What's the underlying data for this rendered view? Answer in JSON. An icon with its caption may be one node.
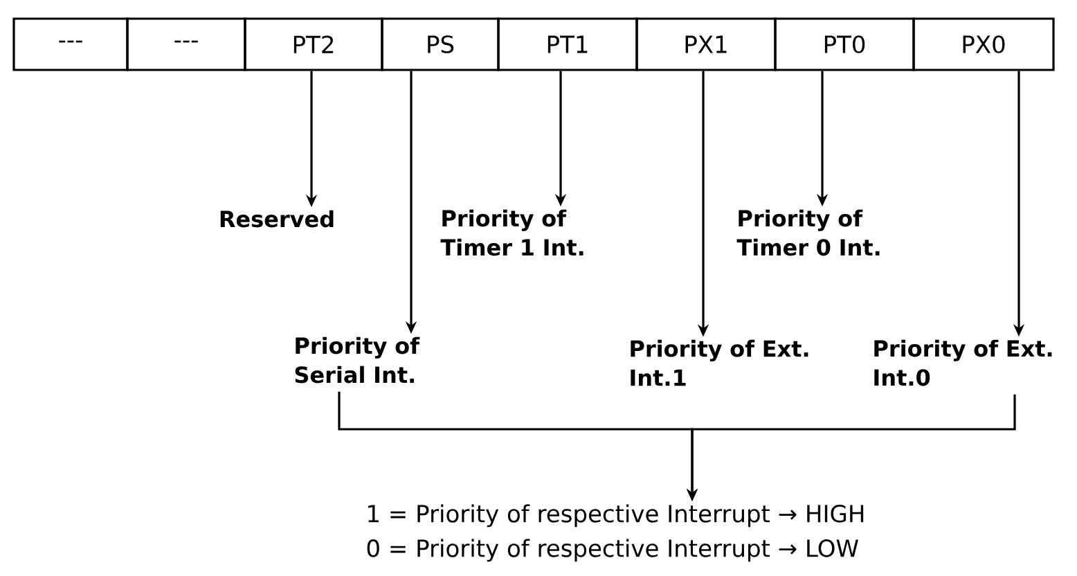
{
  "diagram": {
    "nodes": [
      {
        "text": [
          "---"
        ]
      },
      {
        "text": [
          "---"
        ]
      },
      {
        "text": [
          "PT2"
        ]
      },
      {
        "text": [
          "PS"
        ]
      },
      {
        "text": [
          "PT1"
        ]
      },
      {
        "text": [
          "PX1"
        ]
      },
      {
        "text": [
          "PT0"
        ]
      },
      {
        "text": [
          "PX0"
        ]
      },
      {
        "text": [
          "Reserved"
        ]
      },
      {
        "text": [
          "Priority of Timer 1 Int."
        ]
      },
      {
        "text": [
          "Priority of Timer 0 Int."
        ]
      },
      {
        "text": [
          "Priority of Serial Int."
        ]
      },
      {
        "text": [
          "Priority of Ext. Int.1"
        ]
      },
      {
        "text": [
          "Priority of Ext. Int.0"
        ]
      },
      {
        "text": [
          "1 = Priority of respective Interrupt → HIGH",
          "0 = Priority of respective Interrupt → LOW"
        ]
      }
    ],
    "edges": [
      {
        "from": 2,
        "to": 8,
        "arrow": "to"
      },
      {
        "from": 3,
        "to": 11,
        "arrow": "to"
      },
      {
        "from": 4,
        "to": 9,
        "arrow": "to"
      },
      {
        "from": 5,
        "to": 12,
        "arrow": "to"
      },
      {
        "from": 6,
        "to": 10,
        "arrow": "to"
      },
      {
        "from": 7,
        "to": 13,
        "arrow": "to"
      },
      {
        "from": 11,
        "to": 14,
        "arrow": "to"
      },
      {
        "from": 13,
        "to": 14,
        "arrow": "to"
      }
    ]
  }
}
